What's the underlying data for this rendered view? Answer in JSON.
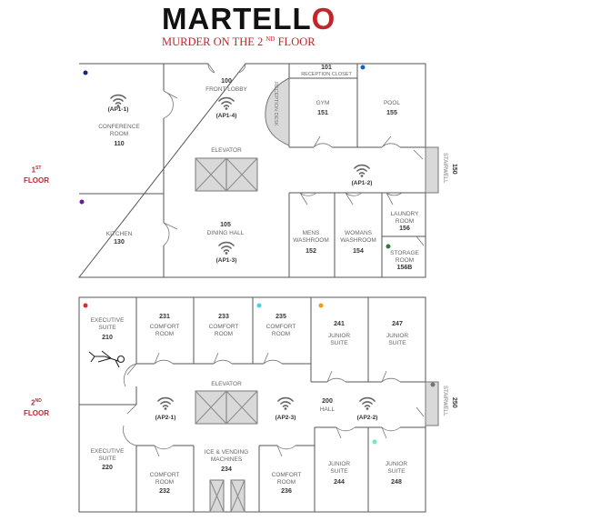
{
  "header": {
    "title_part1": "MARTELL",
    "title_o": "O",
    "subtitle_main": "MURDER ON THE 2",
    "subtitle_sup": "ND",
    "subtitle_end": " FLOOR"
  },
  "floors": {
    "f1_num": "1",
    "f1_sup": "ST",
    "f1_word": "FLOOR",
    "f2_num": "2",
    "f2_sup": "ND",
    "f2_word": "FLOOR"
  },
  "rooms1": {
    "lobby_num": "100",
    "lobby_lbl": "FRONT LOBBY",
    "reception_num": "101",
    "reception_lbl": "RECEPTION CLOSET",
    "desk_lbl": "RECEPTION DESK",
    "gym_lbl": "GYM",
    "gym_num": "151",
    "pool_lbl": "POOL",
    "pool_num": "155",
    "conf_lbl1": "CONFERENCE",
    "conf_lbl2": "ROOM",
    "conf_num": "110",
    "elev_lbl": "ELEVATOR",
    "stair_lbl": "STAIRWELL",
    "stair_num": "150",
    "kitchen_lbl": "KITCHEN",
    "kitchen_num": "130",
    "dining_num": "105",
    "dining_lbl": "DINING HALL",
    "mens_lbl1": "MENS",
    "mens_lbl2": "WASHROOM",
    "mens_num": "152",
    "womens_lbl1": "WOMANS",
    "womens_lbl2": "WASHROOM",
    "womens_num": "154",
    "laundry_lbl1": "LAUNDRY",
    "laundry_lbl2": "ROOM",
    "laundry_num": "156",
    "storage_lbl1": "STORAGE",
    "storage_lbl2": "ROOM",
    "storage_num": "156B"
  },
  "ap1": {
    "a1": "(AP1-1)",
    "a4": "(AP1-4)",
    "a2": "(AP1-2)",
    "a3": "(AP1-3)"
  },
  "rooms2": {
    "exec1_lbl1": "EXECUTIVE",
    "exec1_lbl2": "SUITE",
    "exec1_num": "210",
    "r231_num": "231",
    "r231_lbl1": "COMFORT",
    "r231_lbl2": "ROOM",
    "r233_num": "233",
    "r233_lbl1": "COMFORT",
    "r233_lbl2": "ROOM",
    "r235_num": "235",
    "r235_lbl1": "COMFORT",
    "r235_lbl2": "ROOM",
    "r241_num": "241",
    "r241_lbl1": "JUNIOR",
    "r241_lbl2": "SUITE",
    "r247_num": "247",
    "r247_lbl1": "JUNIOR",
    "r247_lbl2": "SUITE",
    "elev_lbl": "ELEVATOR",
    "hall_num": "200",
    "hall_lbl": "HALL",
    "stair_lbl": "STAIRWELL",
    "stair_num": "250",
    "exec2_lbl1": "EXECUTIVE",
    "exec2_lbl2": "SUITE",
    "exec2_num": "220",
    "r232_lbl1": "COMFORT",
    "r232_lbl2": "ROOM",
    "r232_num": "232",
    "ice_lbl1": "ICE & VENDING",
    "ice_lbl2": "MACHINES",
    "ice_num": "234",
    "r236_lbl1": "COMFORT",
    "r236_lbl2": "ROOM",
    "r236_num": "236",
    "r244_lbl1": "JUNIOR",
    "r244_lbl2": "SUITE",
    "r244_num": "244",
    "r248_lbl1": "JUNIOR",
    "r248_lbl2": "SUITE",
    "r248_num": "248"
  },
  "ap2": {
    "a1": "(AP2-1)",
    "a3": "(AP2-3)",
    "a2": "(AP2-2)"
  },
  "colors": {
    "brand": "#c0272d",
    "wall": "#555555",
    "fill": "#d9d9d9",
    "dot_navy": "#1a237e",
    "dot_blue": "#1565c0",
    "dot_purple": "#6a1b9a",
    "dot_green": "#2e7d32",
    "dot_red": "#d32f2f",
    "dot_cyan": "#4dd0e1",
    "dot_orange": "#f39c12",
    "dot_gray": "#757575",
    "dot_lime": "#69f0ae"
  }
}
